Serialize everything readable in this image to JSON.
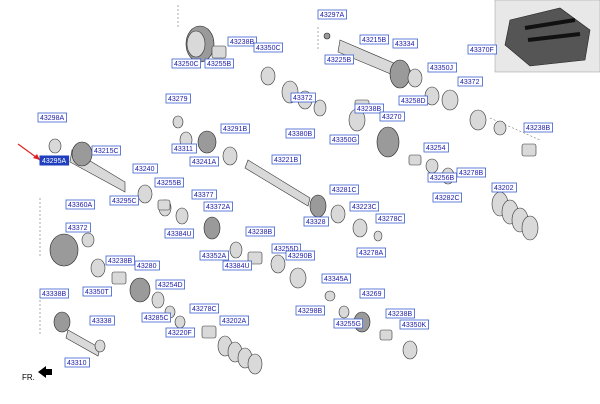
{
  "diagram": {
    "selected_part": "43295A",
    "fr_label": "FR.",
    "parts": [
      {
        "id": "43297A"
      },
      {
        "id": "43215B"
      },
      {
        "id": "43250C"
      },
      {
        "id": "43238B"
      },
      {
        "id": "43255B"
      },
      {
        "id": "43350C"
      },
      {
        "id": "43225B"
      },
      {
        "id": "43334"
      },
      {
        "id": "43370F"
      },
      {
        "id": "43350J"
      },
      {
        "id": "43372"
      },
      {
        "id": "43258D"
      },
      {
        "id": "43279"
      },
      {
        "id": "43372"
      },
      {
        "id": "43298A"
      },
      {
        "id": "43295A"
      },
      {
        "id": "43215C"
      },
      {
        "id": "43380B"
      },
      {
        "id": "43238B"
      },
      {
        "id": "43291B"
      },
      {
        "id": "43270"
      },
      {
        "id": "43350G"
      },
      {
        "id": "43238B"
      },
      {
        "id": "43311"
      },
      {
        "id": "43241A"
      },
      {
        "id": "43221B"
      },
      {
        "id": "43254"
      },
      {
        "id": "43240"
      },
      {
        "id": "43255B"
      },
      {
        "id": "43256B"
      },
      {
        "id": "43278B"
      },
      {
        "id": "43295C"
      },
      {
        "id": "43377"
      },
      {
        "id": "43281C"
      },
      {
        "id": "43202"
      },
      {
        "id": "43360A"
      },
      {
        "id": "43372A"
      },
      {
        "id": "43282C"
      },
      {
        "id": "43223C"
      },
      {
        "id": "43372"
      },
      {
        "id": "43384U"
      },
      {
        "id": "43328"
      },
      {
        "id": "43278C"
      },
      {
        "id": "43238B"
      },
      {
        "id": "43238B"
      },
      {
        "id": "43280"
      },
      {
        "id": "43255D"
      },
      {
        "id": "43352A"
      },
      {
        "id": "43384U"
      },
      {
        "id": "43290B"
      },
      {
        "id": "43278A"
      },
      {
        "id": "43350T"
      },
      {
        "id": "43345A"
      },
      {
        "id": "43338B"
      },
      {
        "id": "43254D"
      },
      {
        "id": "43269"
      },
      {
        "id": "43298B"
      },
      {
        "id": "43238B"
      },
      {
        "id": "43285C"
      },
      {
        "id": "43278C"
      },
      {
        "id": "43255G"
      },
      {
        "id": "43338"
      },
      {
        "id": "43220F"
      },
      {
        "id": "43202A"
      },
      {
        "id": "43350K"
      },
      {
        "id": "43310"
      }
    ]
  }
}
